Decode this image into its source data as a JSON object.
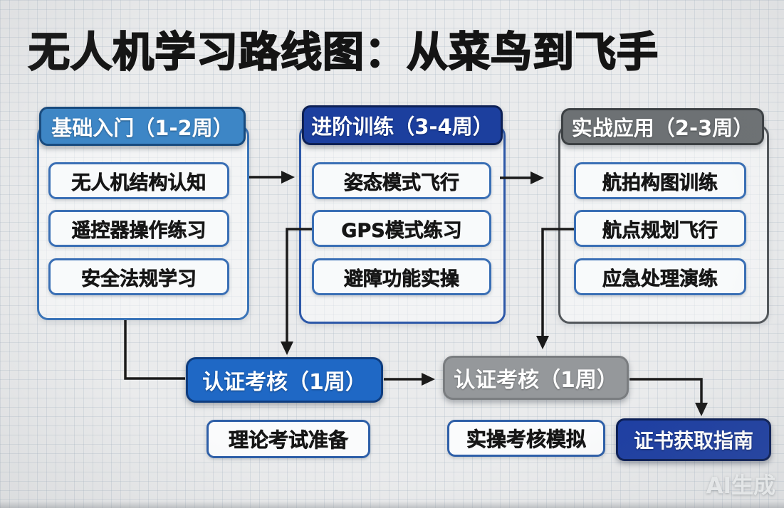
{
  "title": "无人机学习路线图：从菜鸟到飞手",
  "watermark": "AI生成",
  "columns": [
    {
      "header": "基础入门（1-2周）",
      "items": [
        "无人机结构认知",
        "遥控器操作练习",
        "安全法规学习"
      ]
    },
    {
      "header": "进阶训练（3-4周）",
      "items": [
        "姿态模式飞行",
        "GPS模式练习",
        "避障功能实操"
      ]
    },
    {
      "header": "实战应用（2-3周）",
      "items": [
        "航拍构图训练",
        "航点规划飞行",
        "应急处理演练"
      ]
    }
  ],
  "certification": [
    {
      "label": "认证考核（1周）",
      "sub": "理论考试准备"
    },
    {
      "label": "认证考核（1周）",
      "sub": "实操考核模拟"
    }
  ],
  "final": {
    "label": "证书获取指南"
  },
  "colors": {
    "stage1_header": "#3d86c6",
    "stage2_header": "#1c3f9e",
    "stage3_header": "#6d7174",
    "cert_blue": "#1f68c5",
    "cert_gray": "#95989b",
    "final_navy": "#1e3fa2",
    "item_border": "#3a6fb5",
    "arrow": "#1a1a1a",
    "background": "#eaebec"
  }
}
